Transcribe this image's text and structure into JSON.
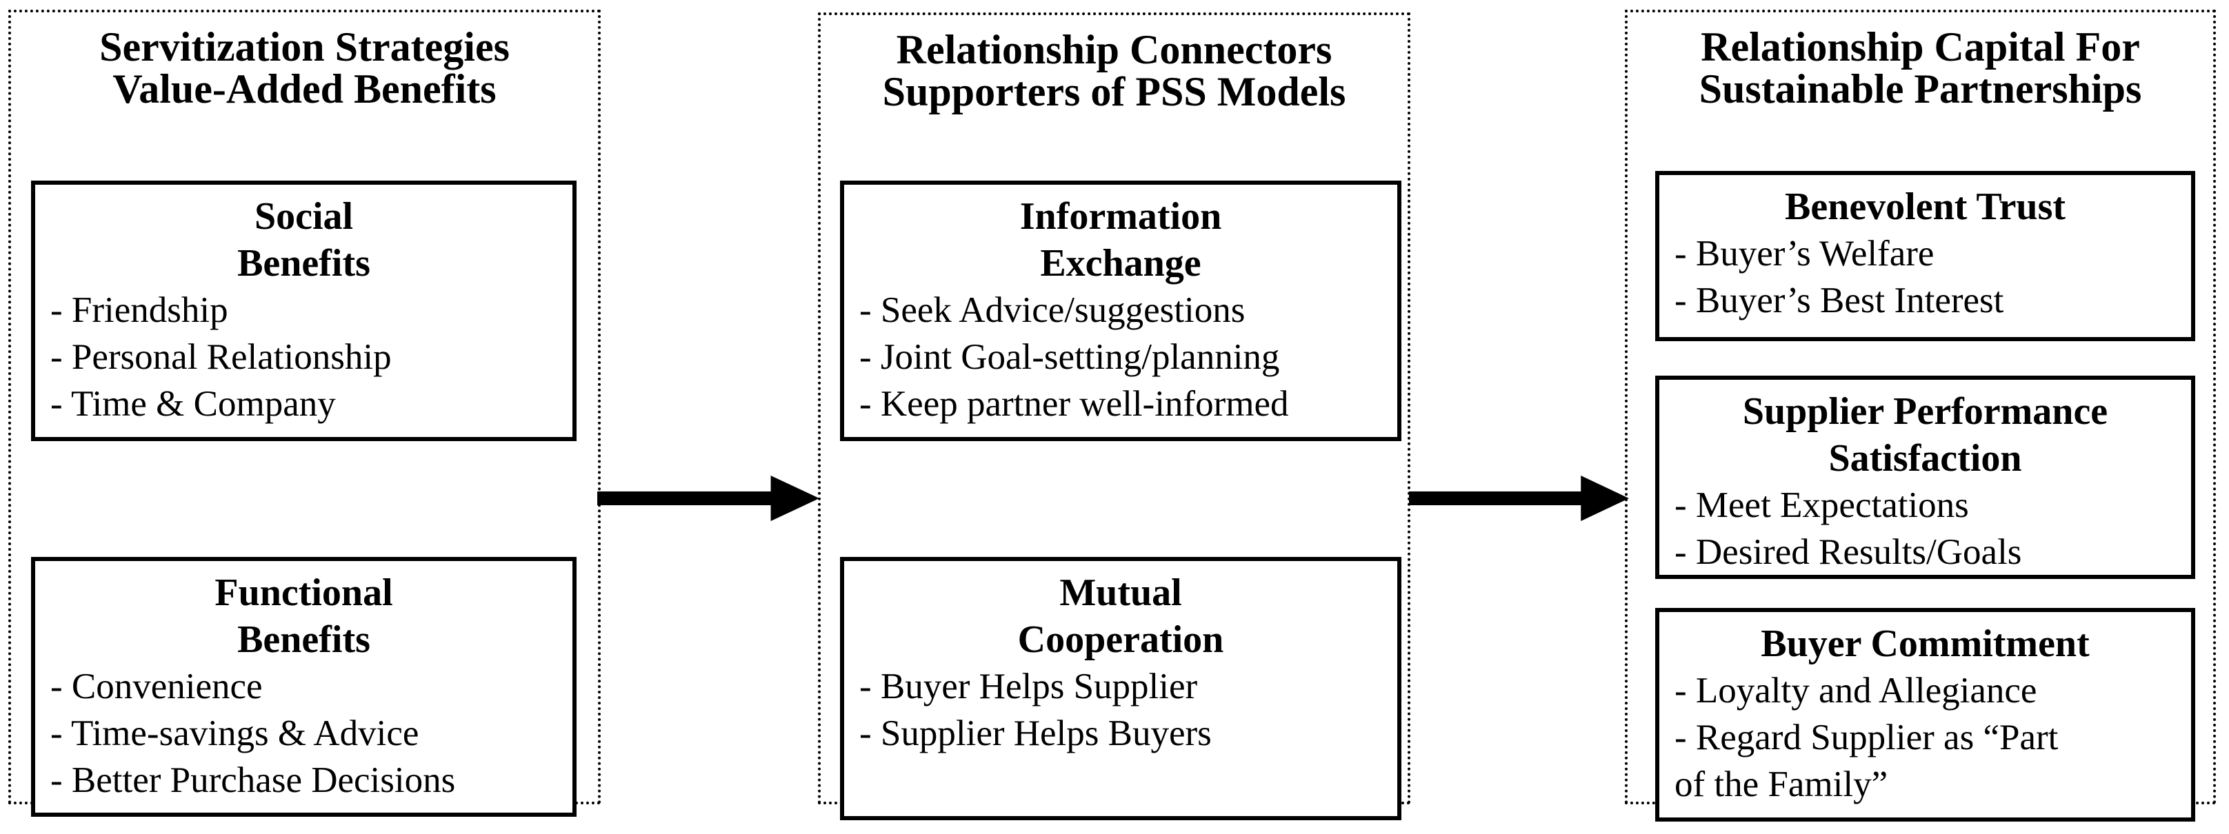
{
  "diagram": {
    "colors": {
      "background": "#ffffff",
      "line": "#000000",
      "text": "#000000"
    },
    "arrows": [
      {
        "direction": "right",
        "from": "column-1",
        "to": "column-2"
      },
      {
        "direction": "right",
        "from": "column-2",
        "to": "column-3"
      }
    ],
    "columns": [
      {
        "title": "Servitization Strategies\nValue-Added Benefits",
        "boxes": [
          {
            "heading": "Social\nBenefits",
            "items": [
              "- Friendship",
              "- Personal Relationship",
              "- Time & Company"
            ]
          },
          {
            "heading": "Functional\nBenefits",
            "items": [
              "- Convenience",
              "- Time-savings & Advice",
              "- Better Purchase Decisions"
            ]
          }
        ]
      },
      {
        "title": "Relationship Connectors\nSupporters of PSS Models",
        "boxes": [
          {
            "heading": "Information\nExchange",
            "items": [
              "- Seek Advice/suggestions",
              "- Joint Goal-setting/planning",
              "- Keep partner well-informed"
            ]
          },
          {
            "heading": "Mutual\nCooperation",
            "items": [
              "- Buyer Helps Supplier",
              "- Supplier Helps Buyers"
            ]
          }
        ]
      },
      {
        "title": "Relationship Capital For\nSustainable Partnerships",
        "boxes": [
          {
            "heading": "Benevolent Trust",
            "items": [
              "- Buyer’s Welfare",
              "- Buyer’s Best Interest"
            ]
          },
          {
            "heading": "Supplier Performance\nSatisfaction",
            "items": [
              "- Meet Expectations",
              "- Desired Results/Goals"
            ]
          },
          {
            "heading": "Buyer Commitment",
            "items": [
              "- Loyalty and Allegiance",
              "- Regard Supplier as “Part\nof the Family”"
            ]
          }
        ]
      }
    ]
  }
}
